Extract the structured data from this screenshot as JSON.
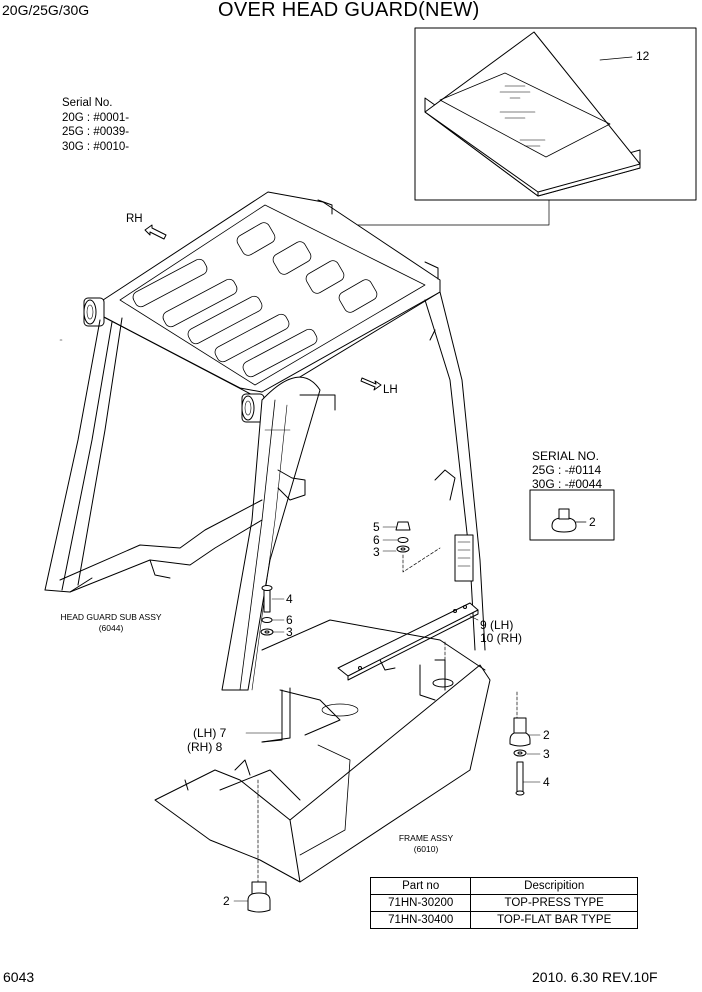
{
  "header": {
    "model": "20G/25G/30G",
    "title": "OVER HEAD GUARD(NEW)"
  },
  "serial_top": {
    "heading": "Serial No.",
    "lines": [
      "20G : #0001-",
      "25G : #0039-",
      "30G : #0010-"
    ]
  },
  "serial_right": {
    "heading": "SERIAL NO.",
    "lines": [
      "25G : -#0114",
      "30G : -#0044"
    ]
  },
  "directions": {
    "rh": "RH",
    "lh": "LH"
  },
  "assemblies": {
    "head_guard": {
      "name": "HEAD GUARD SUB ASSY",
      "ref": "(6044)"
    },
    "frame": {
      "name": "FRAME ASSY",
      "ref": "(6010)"
    }
  },
  "callouts": {
    "c12": "12",
    "c2_inset": "2",
    "c5": "5",
    "c6a": "6",
    "c3a": "3",
    "c4a": "4",
    "c6b": "6",
    "c3b": "3",
    "c9": "9 (LH)",
    "c10": "10 (RH)",
    "c7": "(LH) 7",
    "c8": "(RH) 8",
    "c2_right": "2",
    "c3_right": "3",
    "c4_right": "4",
    "c2_bottom": "2"
  },
  "parts_table": {
    "headers": [
      "Part no",
      "Descripition"
    ],
    "rows": [
      [
        "71HN-30200",
        "TOP-PRESS TYPE"
      ],
      [
        "71HN-30400",
        "TOP-FLAT BAR TYPE"
      ]
    ]
  },
  "footer": {
    "page_number": "6043",
    "revision": "2010. 6.30  REV.10F"
  }
}
